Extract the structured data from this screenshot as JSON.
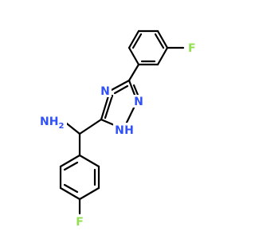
{
  "molecule": {
    "atoms": {
      "n_top": "N",
      "n_right": "N",
      "nh": "N",
      "h": "H",
      "amine": "NH",
      "amine_sub": "2",
      "f_top": "F",
      "f_bottom": "F"
    },
    "colors": {
      "carbon_bonds": "#000000",
      "nitrogen": "#3050F8",
      "fluorine": "#90E050"
    }
  }
}
